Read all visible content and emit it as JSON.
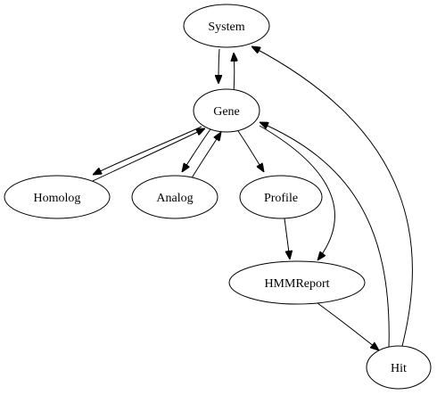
{
  "nodes": {
    "system": "System",
    "gene": "Gene",
    "homolog": "Homolog",
    "analog": "Analog",
    "profile": "Profile",
    "hmmreport": "HMMReport",
    "hit": "Hit"
  },
  "edges": [
    {
      "from": "System",
      "to": "Gene"
    },
    {
      "from": "Gene",
      "to": "System"
    },
    {
      "from": "Gene",
      "to": "Homolog"
    },
    {
      "from": "Homolog",
      "to": "Gene"
    },
    {
      "from": "Gene",
      "to": "Analog"
    },
    {
      "from": "Analog",
      "to": "Gene"
    },
    {
      "from": "Gene",
      "to": "Profile"
    },
    {
      "from": "Gene",
      "to": "HMMReport"
    },
    {
      "from": "Profile",
      "to": "HMMReport"
    },
    {
      "from": "HMMReport",
      "to": "Hit"
    },
    {
      "from": "Hit",
      "to": "System"
    },
    {
      "from": "Hit",
      "to": "Gene"
    }
  ],
  "colors": {
    "background": "#ffffff",
    "stroke": "#000000",
    "text": "#000000"
  }
}
